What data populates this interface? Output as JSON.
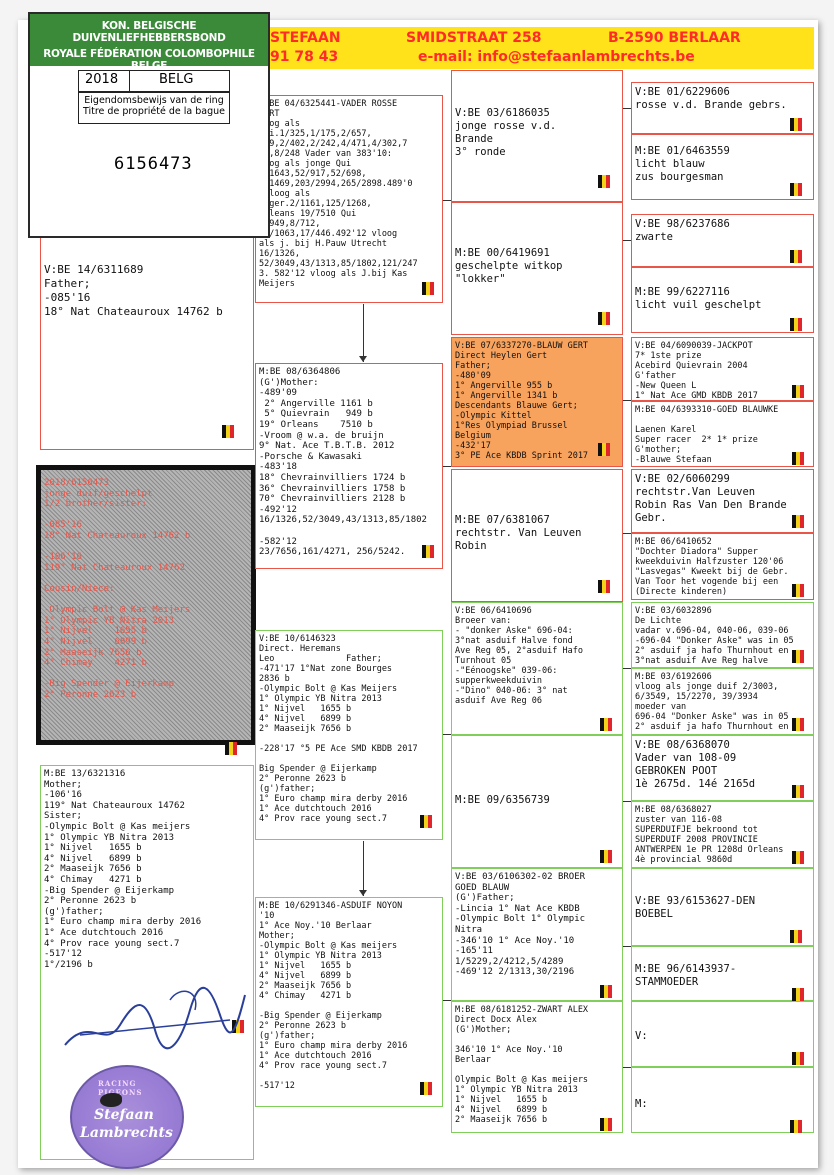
{
  "header": {
    "name_part": "STEFAAN",
    "phone_part": "91 78 43",
    "street": "SMIDSTRAAT 258",
    "city": "B-2590 BERLAAR",
    "email": "e-mail: info@stefaanlambrechts.be"
  },
  "ring_card": {
    "line1": "KON. BELGISCHE DUIVENLIEFHEBBERSBOND",
    "line2": "ROYALE FÉDÉRATION COLOMBOPHILE BELGE",
    "year": "2018",
    "country": "BELG",
    "title_nl": "Eigendomsbewijs van de ring",
    "title_fr": "Titre de propriété de la bague",
    "ring_number": "6156473"
  },
  "subject_siblings": "2018/6156473\njonge duif/geschelpt\n1/2 brother/sister:\n\n-085'16\n18° Nat Chateauroux 14762 b\n\n-106'16\n119° Nat Chateauroux 14762\n\nCousin/Niece:\n\n-Olympic Bolt @ Kas Meijers\n1° Olympic YB Nitra 2013\n1° Nijvel    1655 b\n4° Nijvel    6899 b\n2° Maaseijk 7656 b\n4° Chimay    4271 b\n\n-Big Spender @ Eijerkamp\n2° Peronne 2623 b",
  "father": "V:BE 14/6311689\nFather;\n-085'16\n18° Nat Chateauroux 14762 b",
  "mother": "M:BE 13/6321316\nMother;\n-106'16\n119° Nat Chateauroux 14762\nSister;\n-Olympic Bolt @ Kas meijers\n1° Olympic YB Nitra 2013\n1° Nijvel   1655 b\n4° Nijvel   6899 b\n2° Maaseijk 7656 b\n4° Chimay   4271 b\n-Big Spender @ Eijerkamp\n2° Peronne 2623 b\n(g')father;\n1° Euro champ mira derby 2016\n1° Ace dutchtouch 2016\n4° Prov race young sect.7\n-517'12\n1°/2196 b",
  "ff": "V:BE 04/6325441-VADER ROSSE\nGERT\nvoog als\nQui.1/325,1/175,2/657,\n439,2/402,2/242,4/471,4/302,7\n66,8/248 Vader van 383'10:\nvoog als jonge Qui\n1/1643,52/917,52/698,\n1/1469,203/2994,265/2898.489'0\nvvloog als\nAnger.2/1161,125/1268,\nOrleans 19/7510 Qui\n5/949,8/712,\n13/1063,17/446.492'12 vloog\nals j. bij H.Pauw Utrecht\n16/1326,\n52/3049,43/1313,85/1802,121/247\n3. 582'12 vloog als J.bij Kas\nMeijers",
  "fm": "M:BE 08/6364806\n(G')Mother:\n-489'09\n 2° Angerville 1161 b\n 5° Quievrain   949 b\n19° Orleans    7510 b\n-Vroom @ w.a. de bruijn\n9° Nat. Ace T.B.T.B. 2012\n-Porsche & Kawasaki\n-483'18\n18° Chevrainvilliers 1724 b\n36° Chevrainvilliers 1758 b\n70° Chevrainvilliers 2128 b\n-492'12\n16/1326,52/3049,43/1313,85/1802\n\n-582'12\n23/7656,161/4271, 256/5242.",
  "mf": "V:BE 10/6146323\nDirect. Heremans\nLeo              Father;\n-471'17 1°Nat zone Bourges\n2836 b\n-Olympic Bolt @ Kas Meijers\n1° Olympic YB Nitra 2013\n1° Nijvel   1655 b\n4° Nijvel   6899 b\n2° Maaseijk 7656 b\n\n-228'17 °5 PE Ace SMD KBDB 2017\n\nBig Spender @ Eijerkamp\n2° Peronne 2623 b\n(g')father;\n1° Euro champ mira derby 2016\n1° Ace dutchtouch 2016\n4° Prov race young sect.7",
  "mm": "M:BE 10/6291346-ASDUIF NOYON\n'10\n1° Ace Noy.'10 Berlaar\nMother;\n-Olympic Bolt @ Kas meijers\n1° Olympic YB Nitra 2013\n1° Nijvel   1655 b\n4° Nijvel   6899 b\n2° Maaseijk 7656 b\n4° Chimay   4271 b\n\n-Big Spender @ Eijerkamp\n2° Peronne 2623 b\n(g')father;\n1° Euro champ mira derby 2016\n1° Ace dutchtouch 2016\n4° Prov race young sect.7\n\n-517'12",
  "fff": "V:BE 03/6186035\njonge rosse v.d.\nBrande\n3° ronde",
  "ffm": "M:BE 00/6419691\ngeschelpte witkop\n\"lokker\"",
  "fmf": "V:BE 07/6337270-BLAUW GERT\nDirect Heylen Gert\nFather;\n-480'09\n1° Angerville 955 b\n1° Angerville 1341 b\nDescendants Blauwe Gert;\n-Olympic Kittel\n1°Res Olympiad Brussel\nBelgium\n-432'17\n3° PE Ace KBDB Sprint 2017",
  "fmm": "M:BE 07/6381067\nrechtstr. Van Leuven\nRobin",
  "mff": "V:BE 06/6410696\nBroeer van:\n- \"donker Aske\" 696-04:\n3°nat asduif Halve fond\nAve Reg 05, 2°asduif Hafo\nTurnhout 05\n-\"Eénoogske\" 039-06:\nsupperkweekduivin\n-\"Dino\" 040-06: 3° nat\nasduif Ave Reg 06",
  "mfm": "M:BE 09/6356739",
  "mmf": "V:BE 03/6106302-02 BROER\nGOED BLAUW\n(G')Father;\n-Lincia 1° Nat Ace KBDB\n-Olympic Bolt 1° Olympic\nNitra\n-346'10 1° Ace Noy.'10\n-165'11\n1/5229,2/4212,5/4289\n-469'12 2/1313,30/2196",
  "mmm": "M:BE 08/6181252-ZWART ALEX\nDirect Docx Alex\n(G')Mother;\n\n346'10 1° Ace Noy.'10\nBerlaar\n\nOlympic Bolt @ Kas meijers\n1° Olympic YB Nitra 2013\n1° Nijvel   1655 b\n4° Nijvel   6899 b\n2° Maaseijk 7656 b",
  "g4": [
    "V:BE 01/6229606\nrosse v.d. Brande gebrs.",
    "M:BE 01/6463559\nlicht blauw\nzus bourgesman",
    "V:BE 98/6237686\nzwarte",
    "M:BE 99/6227116\nlicht vuil geschelpt",
    "V:BE 04/6090039-JACKPOT\n7* 1ste prize\nAcebird Quievrain 2004\nG'father\n-New Queen L\n1° Nat Ace GMD KBDB 2017",
    "M:BE 04/6393310-GOED BLAUWKE\n\nLaenen Karel\nSuper racer  2* 1* prize\nG'mother;\n-Blauwe Stefaan",
    "V:BE 02/6060299\nrechtstr.Van Leuven\nRobin Ras Van Den Brande\nGebr.",
    "M:BE 06/6410652\n\"Dochter Diadora\" Supper\nkweekduivin Halfzuster 120'06\n\"Lasvegas\" Kweekt bij de Gebr.\nVan Toor het vogende bij een\n(Directe kinderen)",
    "V:BE 03/6032896\nDe Lichte\nvadar v.696-04, 040-06, 039-06\n-696-04 \"Donker Aske\" was in 05\n2° asduif ja hafo Thurnhout en\n3°nat asduif Ave Reg halve",
    "M:BE 03/6192606\nvloog als jonge duif 2/3003,\n6/3549, 15/2270, 39/3934\nmoeder van\n696-04 \"Donker Aske\" was in 05\n2° asduif ja hafo Thurnhout en",
    "V:BE 08/6368070\nVader van 108-09\nGEBROKEN POOT\n1è 2675d. 14é 2165d",
    "M:BE 08/6368027\nzuster van 116-08\nSUPERDUIFJE bekroond tot\nSUPERDUIF 2008 PROVINCIE\nANTWERPEN 1e PR 1208d Orleans\n4è provincial 9860d",
    "V:BE 93/6153627-DEN\nBOEBEL",
    "M:BE 96/6143937-\nSTAMMOEDER",
    "V:",
    "M:"
  ],
  "logo": {
    "top": "RACING PIGEONS",
    "name1": "Stefaan",
    "name2": "Lambrechts"
  },
  "colors": {
    "header_bg": "#ffe21a",
    "header_text": "#ff2a2a",
    "father_line_border": "#e8564a",
    "mother_line_border": "#7fcf5a",
    "highlight_box": "#f7a35e",
    "card_green": "#3a8a3a"
  }
}
